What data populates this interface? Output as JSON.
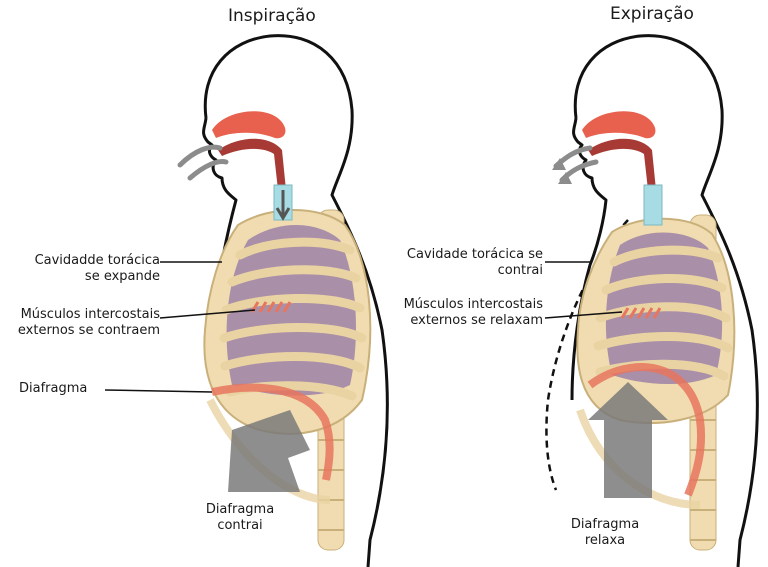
{
  "panels": {
    "inspiration": {
      "title": "Inspiração",
      "label_cavity": [
        "Cavidadde torácica",
        "se expande"
      ],
      "label_muscles": [
        "Músculos intercostais",
        "externos se contraem"
      ],
      "label_diaphragm": "Diafragma",
      "label_diaphragm_action": [
        "Diafragma",
        "contrai"
      ]
    },
    "expiration": {
      "title": "Expiração",
      "label_cavity": [
        "Cavidade torácica se",
        "contrai"
      ],
      "label_muscles": [
        "Músculos intercostais",
        "externos se relaxam"
      ],
      "label_diaphragm_action": [
        "Diafragma",
        "relaxa"
      ]
    }
  },
  "colors": {
    "outline": "#111111",
    "bone": "#f0dcb0",
    "bone_stroke": "#c9b07a",
    "lung": "#a58aa8",
    "airway_red": "#e8604e",
    "airway_dark": "#a83a35",
    "trachea": "#a8dce4",
    "diaphragm": "#e7765e",
    "arrow_gray": "#8c8c8c"
  }
}
